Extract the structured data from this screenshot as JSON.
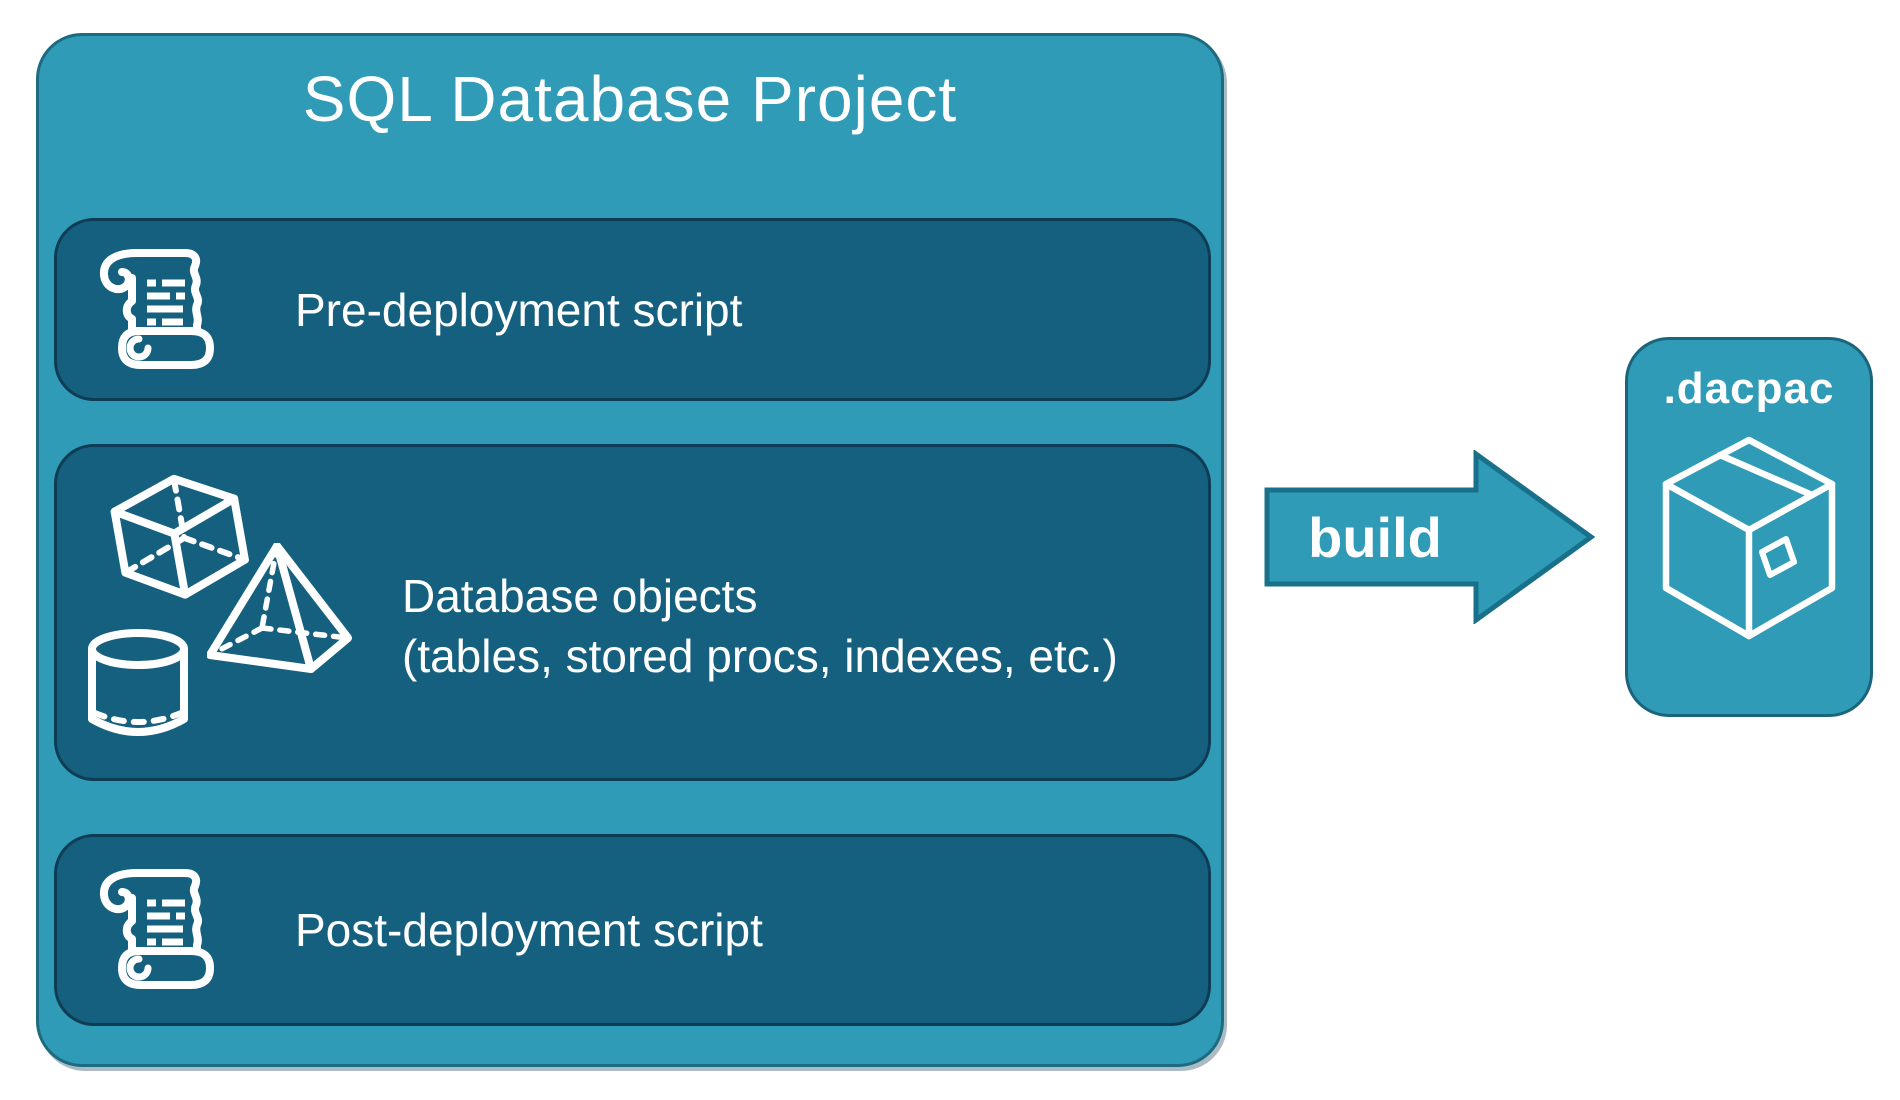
{
  "colors": {
    "teal": "#2F9BB6",
    "teal_border": "#1D6B80",
    "dark_panel": "#16607F",
    "dark_panel_border": "#0E3C55",
    "text": "#FFFFFF",
    "canvas": "#FFFFFF"
  },
  "project": {
    "title": "SQL Database Project",
    "rows": [
      {
        "label": "Pre-deployment script",
        "icon": "scroll-icon"
      },
      {
        "label_line1": "Database objects",
        "label_line2": "(tables, stored procs, indexes, etc.)",
        "icons": [
          "cube-icon",
          "pyramid-icon",
          "cylinder-icon"
        ]
      },
      {
        "label": "Post-deployment script",
        "icon": "scroll-icon"
      }
    ]
  },
  "build_arrow": {
    "label": "build"
  },
  "dacpac": {
    "label": ".dacpac",
    "icon": "package-box-icon"
  }
}
